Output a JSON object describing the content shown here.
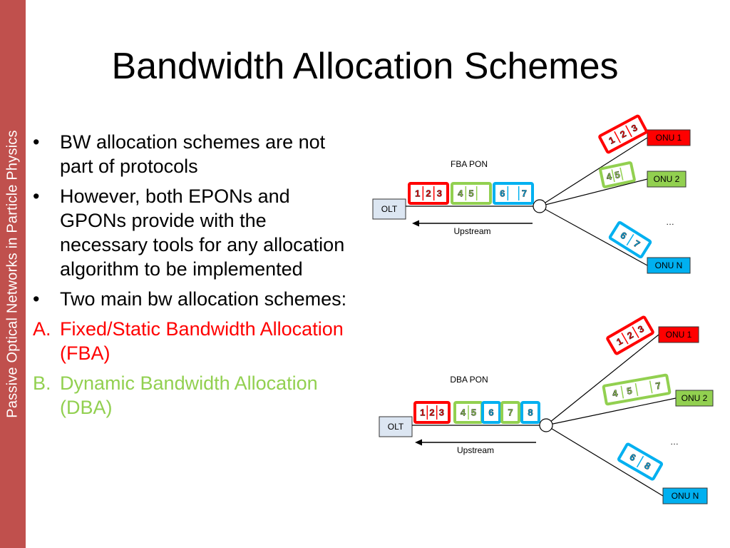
{
  "side_label": "Passive Optical Networks in Particle Physics",
  "title": "Bandwidth Allocation Schemes",
  "bullets": [
    {
      "marker": "•",
      "text": "BW allocation schemes are not part of protocols"
    },
    {
      "marker": "•",
      "text": "However, both EPONs and GPONs provide with the necessary tools for any allocation algorithm to be implemented"
    },
    {
      "marker": "•",
      "text": "Two main bw allocation schemes:"
    },
    {
      "marker": "A.",
      "text": "Fixed/Static Bandwidth Allocation (FBA)"
    },
    {
      "marker": "B.",
      "text": "Dynamic Bandwidth Allocation (DBA)"
    }
  ],
  "colors": {
    "accent": "#c0504d",
    "red": "#ff0000",
    "green": "#92d050",
    "blue": "#00b0f0",
    "olt_fill": "#dce6f2"
  },
  "fba": {
    "label": "FBA PON",
    "olt": "OLT",
    "upstream": "Upstream",
    "ellipsis": "…",
    "onus": [
      {
        "name": "ONU 1",
        "color": "red",
        "slots": [
          "1",
          "2",
          "3"
        ]
      },
      {
        "name": "ONU 2",
        "color": "green",
        "slots": [
          "4",
          "5",
          ""
        ]
      },
      {
        "name": "ONU N",
        "color": "blue",
        "slots": [
          "6",
          "7"
        ]
      }
    ],
    "bus": [
      {
        "color": "red",
        "slots": [
          "1",
          "2",
          "3"
        ]
      },
      {
        "color": "green",
        "slots": [
          "4",
          "5",
          ""
        ]
      },
      {
        "color": "blue",
        "slots": [
          "6",
          "",
          "7"
        ]
      }
    ]
  },
  "dba": {
    "label": "DBA PON",
    "olt": "OLT",
    "upstream": "Upstream",
    "ellipsis": "…",
    "onus": [
      {
        "name": "ONU 1",
        "color": "red",
        "slots": [
          "1",
          "2",
          "3"
        ]
      },
      {
        "name": "ONU 2",
        "color": "green",
        "slots": [
          "4",
          "5",
          "",
          "7"
        ]
      },
      {
        "name": "ONU N",
        "color": "blue",
        "slots": [
          "6",
          "8"
        ]
      }
    ],
    "bus": [
      {
        "color": "red",
        "slots": [
          "1",
          "2",
          "3"
        ]
      },
      {
        "color": "green",
        "slots": [
          "4",
          "5"
        ]
      },
      {
        "color": "blue",
        "slots": [
          "6"
        ]
      },
      {
        "color": "green",
        "slots": [
          "7"
        ]
      },
      {
        "color": "blue",
        "slots": [
          "8"
        ]
      }
    ]
  }
}
